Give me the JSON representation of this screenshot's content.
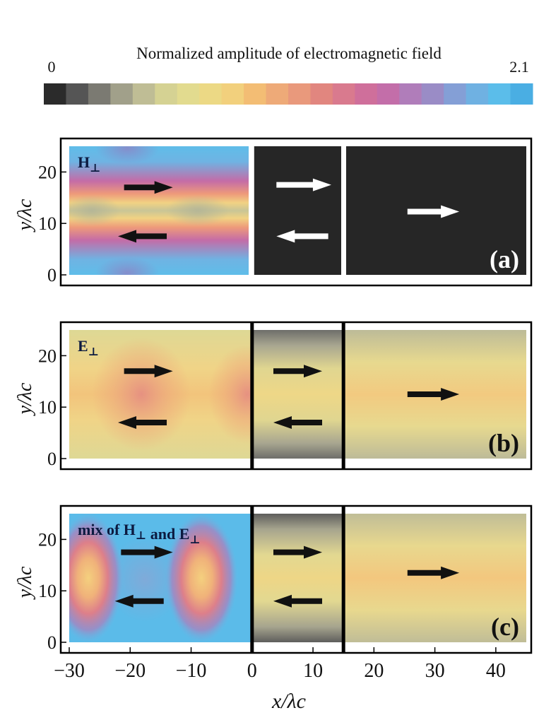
{
  "colorbar": {
    "title": "Normalized amplitude of electromagnetic field",
    "min_label": "0",
    "max_label": "2.1",
    "colors": [
      "#2b2b2b",
      "#555555",
      "#7b7a72",
      "#a1a08a",
      "#bfbd95",
      "#d5d293",
      "#e2db8f",
      "#ecd985",
      "#f2d07d",
      "#f3bd74",
      "#eeaa78",
      "#e9997c",
      "#e1867f",
      "#d97a8e",
      "#cf6f9b",
      "#c36ea9",
      "#b07dba",
      "#9a8cc6",
      "#849fd6",
      "#6fb1e2",
      "#5bbdea",
      "#4aaee3"
    ]
  },
  "axes": {
    "ylabel": "y/λc",
    "xlabel": "x/λc"
  },
  "chart_data": [
    {
      "type": "heatmap",
      "panel_label": "(a)",
      "field_label_main": "H",
      "field_label_sub": "⊥",
      "x_range": [
        -30,
        45
      ],
      "y_range": [
        0,
        25
      ],
      "yticks": [
        0,
        10,
        20
      ],
      "region_boundaries": [
        0,
        15
      ],
      "arrows": [
        {
          "x_from": -21,
          "x_to": -13,
          "y": 17,
          "color": "#111111"
        },
        {
          "x_from": -14,
          "x_to": -22,
          "y": 7.5,
          "color": "#111111"
        },
        {
          "x_from": 4,
          "x_to": 13,
          "y": 17.5,
          "color": "#ffffff"
        },
        {
          "x_from": 12.5,
          "x_to": 4,
          "y": 7.5,
          "color": "#ffffff"
        },
        {
          "x_from": 25.5,
          "x_to": 34,
          "y": 12.3,
          "color": "#ffffff"
        }
      ]
    },
    {
      "type": "heatmap",
      "panel_label": "(b)",
      "field_label_main": "E",
      "field_label_sub": "⊥",
      "x_range": [
        -30,
        45
      ],
      "y_range": [
        0,
        25
      ],
      "yticks": [
        0,
        10,
        20
      ],
      "region_boundaries": [
        0,
        15
      ],
      "arrows": [
        {
          "x_from": -21,
          "x_to": -13,
          "y": 17,
          "color": "#111111"
        },
        {
          "x_from": -14,
          "x_to": -22,
          "y": 7,
          "color": "#111111"
        },
        {
          "x_from": 3.5,
          "x_to": 11.5,
          "y": 17,
          "color": "#111111"
        },
        {
          "x_from": 11.5,
          "x_to": 3.5,
          "y": 7,
          "color": "#111111"
        },
        {
          "x_from": 25.5,
          "x_to": 34,
          "y": 12.5,
          "color": "#111111"
        }
      ]
    },
    {
      "type": "heatmap",
      "panel_label": "(c)",
      "field_label_pre": "mix of ",
      "field_label_main": "H",
      "field_label_mid": " and ",
      "field_label_main2": "E",
      "field_label_sub": "⊥",
      "x_range": [
        -30,
        45
      ],
      "y_range": [
        0,
        25
      ],
      "xticks": [
        -30,
        -20,
        -10,
        0,
        10,
        20,
        30,
        40
      ],
      "yticks": [
        0,
        10,
        20
      ],
      "region_boundaries": [
        0,
        15
      ],
      "arrows": [
        {
          "x_from": -21.5,
          "x_to": -13,
          "y": 17.5,
          "color": "#111111"
        },
        {
          "x_from": -14.5,
          "x_to": -22.5,
          "y": 8,
          "color": "#111111"
        },
        {
          "x_from": 3.5,
          "x_to": 11.5,
          "y": 17.5,
          "color": "#111111"
        },
        {
          "x_from": 11.5,
          "x_to": 3.5,
          "y": 8,
          "color": "#111111"
        },
        {
          "x_from": 25.5,
          "x_to": 34,
          "y": 13.5,
          "color": "#111111"
        }
      ]
    }
  ]
}
